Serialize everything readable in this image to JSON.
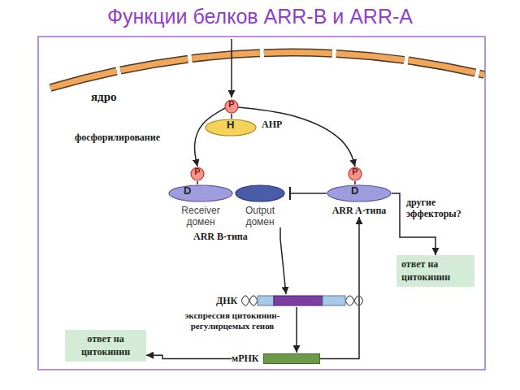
{
  "diagram": {
    "title": "Функции белков ARR-B и ARR-A",
    "nodes": [
      {
        "text": [
          "P"
        ]
      },
      {
        "text": [
          "H",
          "AHP"
        ]
      },
      {
        "text": [
          "P"
        ]
      },
      {
        "text": [
          "D",
          "Receiver домен"
        ]
      },
      {
        "text": [
          "Output домен"
        ]
      },
      {
        "text": [
          "P"
        ]
      },
      {
        "text": [
          "D",
          "ARR A-типа"
        ]
      },
      {
        "text": [
          "ответ на цитокинин"
        ]
      },
      {
        "text": [
          "ДНК",
          "экспрессия цитокинин-регулирцемых генов"
        ]
      },
      {
        "text": [
          "мРНК"
        ]
      },
      {
        "text": [
          "ответ на цитокинин"
        ]
      }
    ],
    "edges": [
      {
        "from": 0,
        "to": 1,
        "arrow": "none"
      },
      {
        "from": 0,
        "to": 2,
        "arrow": "to"
      },
      {
        "from": 0,
        "to": 5,
        "arrow": "to"
      },
      {
        "from": 2,
        "to": 3,
        "arrow": "none"
      },
      {
        "from": 5,
        "to": 6,
        "arrow": "none"
      },
      {
        "from": 6,
        "to": 4,
        "arrow": "to"
      },
      {
        "from": 4,
        "to": 8,
        "arrow": "to"
      },
      {
        "from": 8,
        "to": 9,
        "arrow": "to"
      },
      {
        "from": 9,
        "to": 10,
        "arrow": "to"
      },
      {
        "from": 9,
        "to": 6,
        "arrow": "to"
      },
      {
        "from": 6,
        "to": 7,
        "arrow": "to"
      }
    ],
    "labels": [
      "ядро",
      "фосфорилирование",
      "ARR B-типа",
      "другие эффекторы?"
    ]
  }
}
